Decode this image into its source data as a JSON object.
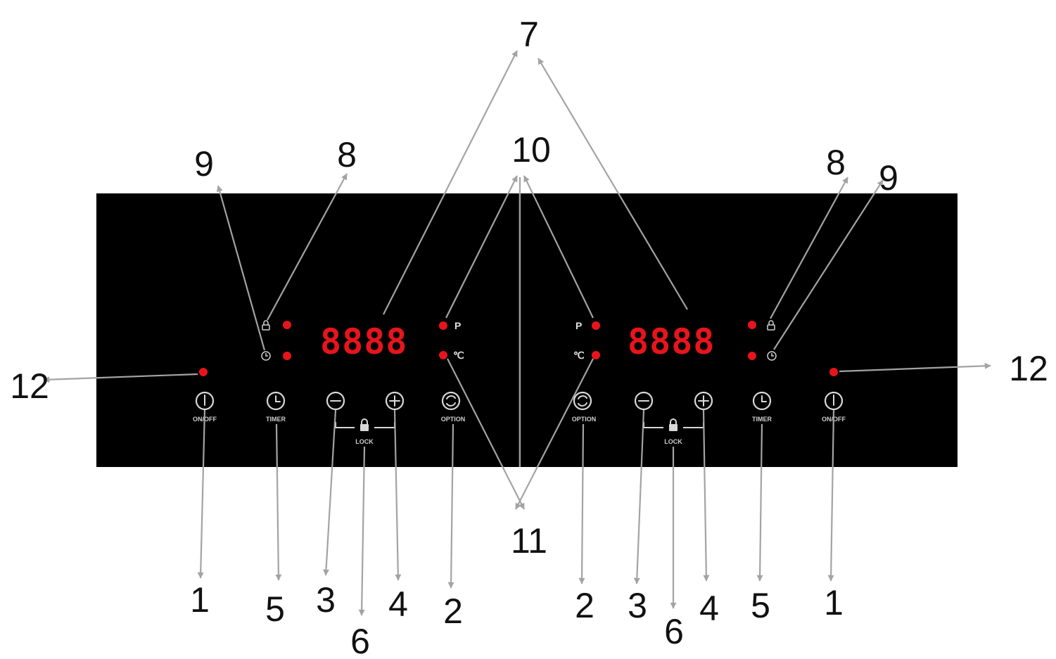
{
  "panel": {
    "background": "#000000",
    "led_color": "#e8141c",
    "left_zone": {
      "display": "8888",
      "indicator_power": "P",
      "indicator_temp": "℃",
      "buttons": {
        "onoff": "ON/OFF",
        "timer": "TIMER",
        "option": "OPTION",
        "lock": "LOCK"
      }
    },
    "right_zone": {
      "display": "8888",
      "indicator_power": "P",
      "indicator_temp": "℃",
      "buttons": {
        "onoff": "ON/OFF",
        "timer": "TIMER",
        "option": "OPTION",
        "lock": "LOCK"
      }
    }
  },
  "callouts": {
    "c1": "1",
    "c2": "2",
    "c3": "3",
    "c4": "4",
    "c5": "5",
    "c6": "6",
    "c7": "7",
    "c8": "8",
    "c9": "9",
    "c10": "10",
    "c11": "11",
    "c12": "12"
  },
  "icons": [
    "power-icon",
    "clock-icon",
    "minus-icon",
    "plus-icon",
    "option-cycle-icon",
    "padlock-icon"
  ],
  "leader_color": "#a3a3a3"
}
